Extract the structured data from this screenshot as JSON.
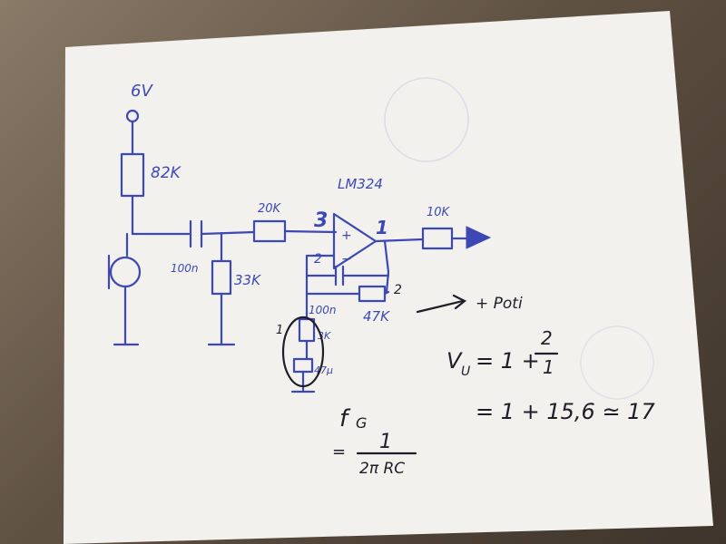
{
  "labels": {
    "supply_voltage": "6V",
    "r_top": "82K",
    "c_in": "100n",
    "r_bias": "33K",
    "r_in": "20K",
    "opamp_pin_plus": "3",
    "opamp_part": "LM324",
    "opamp_plus_sign": "+",
    "opamp_minus_sign": "−",
    "opamp_pin_minus": "2",
    "opamp_pin_out": "1",
    "r_out": "10K",
    "c_fb": "100n",
    "r_fb": "47K",
    "node_2": "2",
    "poti_note": "+ Poti",
    "node_1": "1",
    "r_gnd": "3K",
    "c_gnd": "47µ"
  },
  "formulas": {
    "gain_left": "V",
    "gain_sub": "U",
    "gain_eq": "= 1 +",
    "gain_num": "2",
    "gain_den": "1",
    "gain_result": "= 1 + 15,6 ≃ 17",
    "fg_main": "f",
    "fg_sub": "G",
    "fg_eq": "=",
    "fg_num": "1",
    "fg_den": "2π RC"
  },
  "colors": {
    "ink_blue": "#3d48b4",
    "ink_black": "#1e1e28",
    "paper": "#f2f1ee"
  }
}
